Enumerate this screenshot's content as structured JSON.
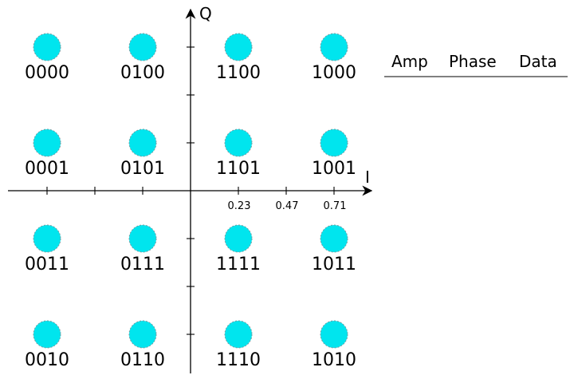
{
  "constellation": {
    "axes": {
      "x_label": "I",
      "y_label": "Q"
    },
    "i_tick_labels": [
      "0.23",
      "0.47",
      "0.71"
    ],
    "columns_i": [
      -3,
      -1,
      1,
      3
    ],
    "rows_q": [
      3,
      1,
      -1,
      -3
    ],
    "codes": [
      [
        "0000",
        "0100",
        "1100",
        "1000"
      ],
      [
        "0001",
        "0101",
        "1101",
        "1001"
      ],
      [
        "0011",
        "0111",
        "1111",
        "1011"
      ],
      [
        "0010",
        "0110",
        "1110",
        "1010"
      ]
    ],
    "point_color": "#00e5ee"
  },
  "table": {
    "headers": [
      "Amp",
      "Phase",
      "Data"
    ]
  }
}
